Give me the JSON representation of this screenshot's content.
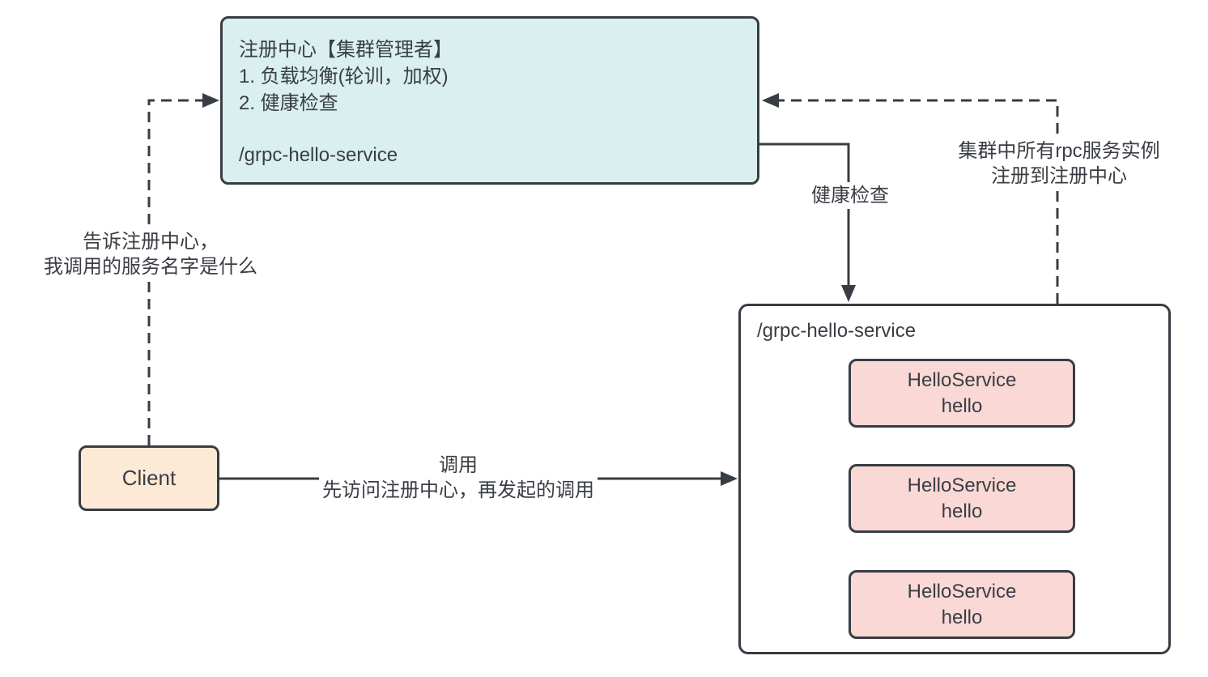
{
  "diagram": {
    "registry": {
      "title": "注册中心【集群管理者】",
      "feature1": "1. 负载均衡(轮训，加权)",
      "feature2": "2. 健康检查",
      "path": "/grpc-hello-service"
    },
    "client": {
      "label": "Client"
    },
    "cluster": {
      "title": "/grpc-hello-service",
      "instances": [
        {
          "name": "HelloService",
          "method": "hello"
        },
        {
          "name": "HelloService",
          "method": "hello"
        },
        {
          "name": "HelloService",
          "method": "hello"
        }
      ]
    },
    "edges": {
      "client_to_registry": {
        "style": "dashed",
        "label_line1": "告诉注册中心，",
        "label_line2": "我调用的服务名字是什么"
      },
      "cluster_to_registry": {
        "style": "dashed",
        "label_line1": "集群中所有rpc服务实例",
        "label_line2": "注册到注册中心"
      },
      "registry_to_cluster": {
        "style": "solid",
        "label": "健康检查"
      },
      "client_to_cluster": {
        "style": "solid",
        "label_line1": "调用",
        "label_line2": "先访问注册中心，再发起的调用"
      }
    },
    "colors": {
      "registry_fill": "#d9f0ef",
      "client_fill": "#fcead7",
      "instance_fill": "#f9d8d5",
      "cluster_fill": "#ffffff",
      "stroke": "#383d44",
      "text": "#3a3e44",
      "background": "#ffffff"
    }
  }
}
